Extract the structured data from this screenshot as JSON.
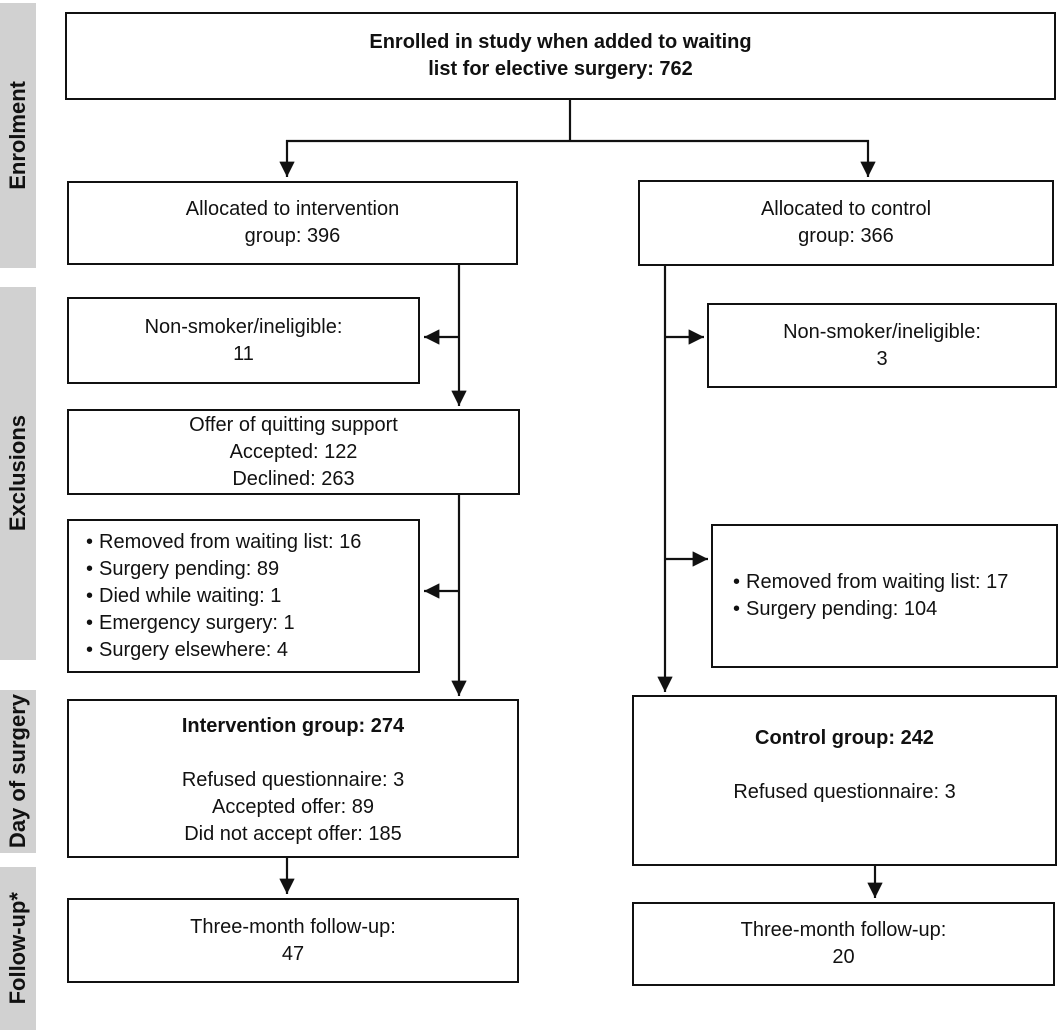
{
  "diagram": {
    "stages": [
      {
        "label": "Enrolment"
      },
      {
        "label": "Exclusions"
      },
      {
        "label": "Day of surgery"
      },
      {
        "label": "Follow-up*"
      }
    ],
    "boxes": {
      "enrolled": {
        "lines": [
          "Enrolled in study when added to waiting",
          "list for elective surgery: 762"
        ]
      },
      "alloc_intervention": {
        "lines": [
          "Allocated to intervention",
          "group: 396"
        ]
      },
      "alloc_control": {
        "lines": [
          "Allocated to control",
          "group: 366"
        ]
      },
      "nonsmoker_intervention": {
        "lines": [
          "Non-smoker/ineligible:",
          "11"
        ]
      },
      "offer": {
        "lines": [
          "Offer of quitting support",
          "Accepted: 122",
          "Declined: 263"
        ]
      },
      "exclusions_intervention": {
        "bullets": [
          "Removed from waiting list: 16",
          "Surgery pending: 89",
          "Died while waiting: 1",
          "Emergency surgery: 1",
          "Surgery elsewhere: 4"
        ]
      },
      "nonsmoker_control": {
        "lines": [
          "Non-smoker/ineligible:",
          "3"
        ]
      },
      "exclusions_control": {
        "bullets": [
          "Removed from waiting list: 17",
          "Surgery pending: 104"
        ]
      },
      "intervention_group": {
        "title": "Intervention group: 274",
        "lines": [
          "Refused questionnaire: 3",
          "Accepted offer: 89",
          "Did not accept offer: 185"
        ]
      },
      "control_group": {
        "title": "Control group: 242",
        "lines": [
          "Refused questionnaire: 3"
        ]
      },
      "followup_intervention": {
        "lines": [
          "Three-month follow-up:",
          "47"
        ]
      },
      "followup_control": {
        "lines": [
          "Three-month follow-up:",
          "20"
        ]
      }
    },
    "colors": {
      "stage_bar": "#d1d1d1",
      "line": "#111111",
      "box_background": "#ffffff"
    }
  }
}
